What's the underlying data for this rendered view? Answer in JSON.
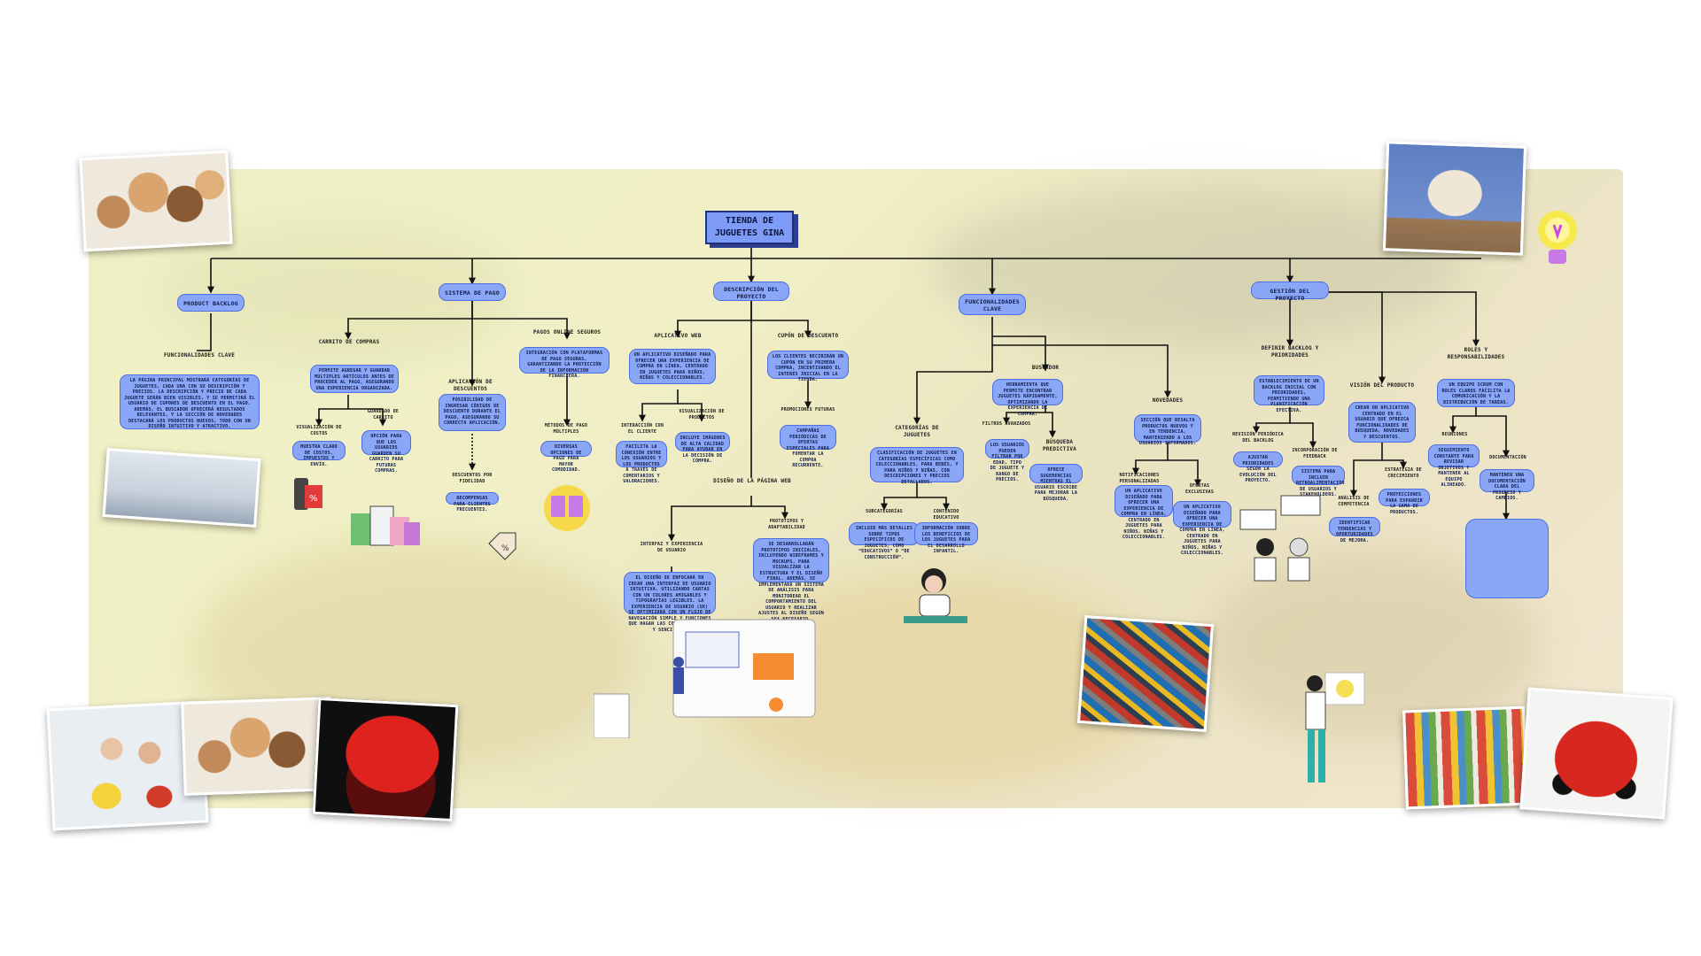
{
  "title": "TIENDA DE\nJUGUETES GINA",
  "branches": {
    "product_backlog": "PRODUCT BACKLOG",
    "sistema_pago": "SISTEMA DE PAGO",
    "descripcion": "DESCRIPCIÓN DEL PROYECTO",
    "funcionalidades": "FUNCIONALIDADES CLAVE",
    "gestion": "GESTIÓN DEL PROYECTO"
  },
  "backlog": {
    "func_label": "FUNCIONALIDADES CLAVE",
    "func_text": "LA PÁGINA PRINCIPAL MOSTRARÁ CATEGORÍAS DE JUGUETES, CADA UNA CON SU DESCRIPCIÓN Y PRECIOS. LA DESCRIPCIÓN Y PRECIO DE CADA JUGUETE SERÁN BIEN VISIBLES, Y SE PERMITIRÁ EL USUARIO DE CUPONES DE DESCUENTO EN EL PAGO. ADEMÁS, EL BUSCADOR OFRECERÁ RESULTADOS RELEVANTES, Y LA SECCIÓN DE NOVEDADES DESTACARÁ LOS PRODUCTOS NUEVOS, TODO CON UN DISEÑO INTUITIVO Y ATRACTIVO."
  },
  "pago": {
    "carrito_label": "CARRITO DE COMPRAS",
    "carrito_text": "PERMITE AGREGAR Y GUARDAR MÚLTIPLES ARTÍCULOS ANTES DE PROCEDER AL PAGO, ASEGURANDO UNA EXPERIENCIA ORGANIZADA.",
    "vis_costos_label": "VISUALIZACIÓN DE COSTOS",
    "vis_costos_text": "MUESTRA CLARO DE COSTOS, IMPUESTOS Y ENVÍO.",
    "guardado_label": "GUARDADO DE CARRITO",
    "guardado_text": "OPCIÓN PARA QUE LOS USUARIOS GUARDEN SU CARRITO PARA FUTURAS COMPRAS.",
    "aplic_desc_label": "APLICACIÓN DE DESCUENTOS",
    "aplic_desc_text": "POSIBILIDAD DE INGRESAR CÓDIGOS DE DESCUENTO DURANTE EL PAGO, ASEGURANDO SU CORRECTA APLICACIÓN.",
    "desc_fidel_label": "DESCUENTOS POR FIDELIDAD",
    "desc_fidel_text": "RECOMPENSAS PARA CLIENTES FRECUENTES.",
    "pagos_label": "PAGOS ONLINE SEGUROS",
    "pagos_text": "INTEGRACIÓN CON PLATAFORMAS DE PAGO SEGURAS, GARANTIZANDO LA PROTECCIÓN DE LA INFORMACIÓN FINANCIERA.",
    "metodos_label": "MÉTODOS DE PAGO MÚLTIPLES",
    "metodos_text": "DIVERSAS OPCIONES DE PAGO PARA MAYOR COMODIDAD."
  },
  "desc": {
    "app_label": "APLICATIVO WEB",
    "app_text": "UN APLICATIVO DISEÑADO PARA OFRECER UNA EXPERIENCIA DE COMPRA EN LÍNEA, CENTRADO EN JUGUETES PARA NIÑOS, NIÑAS Y COLECCIONABLES.",
    "interaccion_label": "INTERACCIÓN CON EL CLIENTE",
    "interaccion_text": "FACILITA LA CONEXIÓN ENTRE LOS USUARIOS Y LOS PRODUCTOS A TRAVÉS DE COMENTARIOS Y VALORACIONES.",
    "visual_prod_label": "VISUALIZACIÓN DE PRODUCTOS",
    "visual_prod_text": "INCLUYE IMÁGENES DE ALTA CALIDAD PARA AYUDAR EN LA DECISIÓN DE COMPRA.",
    "cupon_label": "CUPÓN DE DESCUENTO",
    "cupon_text": "LOS CLIENTES RECIBIRÁN UN CUPÓN EN SU PRIMERA COMPRA, INCENTIVANDO EL INTERÉS INICIAL EN LA TIENDA.",
    "promo_label": "PROMOCIONES FUTURAS",
    "promo_text": "CAMPAÑAS PERIÓDICAS DE OFERTAS ESPECIALES PARA FOMENTAR LA COMPRA RECURRENTE.",
    "diseno_label": "DISEÑO DE LA PÁGINA WEB",
    "interfaz_label": "INTERFAZ Y EXPERIENCIA DE USUARIO",
    "interfaz_text": "EL DISEÑO SE ENFOCARÁ EN CREAR UNA INTERFAZ DE USUARIO INTUITIVA, UTILIZANDO CARTAS CON UN COLORES AMIGABLES Y TIPOGRAFÍAS LEGIBLES. LA EXPERIENCIA DE USUARIO (UX) SE OPTIMIZARÁ CON UN FLUJO DE NAVEGACIÓN SIMPLE Y FUNCIONES QUE HAGAN LAS COMPRAS RÁPIDAS Y SENCILLAS.",
    "prototipos_label": "PROTOTIPOS Y ADAPTABILIDAD",
    "prototipos_text": "SE DESARROLLARÁN PROTOTIPOS INICIALES, INCLUYENDO WIREFRAMES Y MOCKUPS, PARA VISUALIZAR LA ESTRUCTURA Y EL DISEÑO FINAL. ADEMÁS, SE IMPLEMENTARÁ UN SISTEMA DE ANÁLISIS PARA MONITOREAR EL COMPORTAMIENTO DEL USUARIO Y REALIZAR AJUSTES AL DISEÑO SEGÚN SEA NECESARIO."
  },
  "func": {
    "categorias_label": "CATEGORÍAS DE JUGUETES",
    "categorias_text": "CLASIFICACIÓN DE JUGUETES EN CATEGORÍAS ESPECÍFICAS COMO COLECCIONABLES, PARA BEBÉS, Y PARA NIÑOS Y NIÑAS, CON DESCRIPCIONES Y PRECIOS DETALLADOS.",
    "subcat_label": "SUBCATEGORÍAS",
    "subcat_text": "INCLUIR MÁS DETALLES SOBRE TIPOS ESPECÍFICOS DE JUGUETES, COMO “EDUCATIVOS” O “DE CONSTRUCCIÓN”.",
    "contenido_label": "CONTENIDO EDUCATIVO",
    "contenido_text": "INFORMACIÓN SOBRE LOS BENEFICIOS DE LOS JUGUETES PARA EL DESARROLLO INFANTIL.",
    "buscador_label": "BUSCADOR",
    "buscador_text": "HERRAMIENTA QUE PERMITE ENCONTRAR JUGUETES RÁPIDAMENTE, OPTIMIZANDO LA EXPERIENCIA DE COMPRA.",
    "filtros_label": "FILTROS AVANZADOS",
    "filtros_text": "LOS USUARIOS PUEDEN FILTRAR POR EDAD, TIPO DE JUGUETE Y RANGO DE PRECIOS.",
    "busqueda_label": "BÚSQUEDA PREDICTIVA",
    "busqueda_text": "OFRECE SUGERENCIAS MIENTRAS EL USUARIO ESCRIBE PARA MEJORAR LA BÚSQUEDA.",
    "novedades_label": "NOVEDADES",
    "novedades_text": "SECCIÓN QUE RESALTA PRODUCTOS NUEVOS Y EN TENDENCIA, MANTENIENDO A LOS USUARIOS INFORMADOS.",
    "notif_label": "NOTIFICACIONES PERSONALIZADAS",
    "notif_text": "UN APLICATIVO DISEÑADO PARA OFRECER UNA EXPERIENCIA DE COMPRA EN LÍNEA, CENTRADO EN JUGUETES PARA NIÑOS, NIÑAS Y COLECCIONABLES.",
    "ofertas_label": "OFERTAS EXCLUSIVAS",
    "ofertas_text": "UN APLICATIVO DISEÑADO PARA OFRECER UNA EXPERIENCIA DE COMPRA EN LÍNEA, CENTRADO EN JUGUETES PARA NIÑOS, NIÑAS Y COLECCIONABLES."
  },
  "gest": {
    "definir_label": "DEFINIR BACKLOG Y PRIORIDADES",
    "definir_text": "ESTABLECIMIENTO DE UN BACKLOG INICIAL CON PRIORIDADES, PERMITIENDO UNA PLANIFICACIÓN EFECTIVA.",
    "revision_label": "REVISIÓN PERIÓDICA DEL BACKLOG",
    "revision_text": "AJUSTAR PRIORIDADES SEGÚN LA EVOLUCIÓN DEL PROYECTO.",
    "feedback_label": "INCORPORACIÓN DE FEEDBACK",
    "feedback_text": "SISTEMA PARA INCLUIR RETROALIMENTACIÓN DE USUARIOS Y STAKEHOLDERS.",
    "vision_label": "VISIÓN DEL PRODUCTO",
    "vision_text": "CREAR UN APLICATIVO CENTRADO EN EL USUARIO QUE OFREZCA FUNCIONALIDADES DE BÚSQUEDA, NOVEDADES Y DESCUENTOS.",
    "analisis_label": "ANÁLISIS DE COMPETENCIA",
    "analisis_text": "IDENTIFICAR TENDENCIAS Y OPORTUNIDADES DE MEJORA.",
    "estrategia_label": "ESTRATEGIA DE CRECIMIENTO",
    "estrategia_text": "PROYECCIONES PARA EXPANDIR LA GAMA DE PRODUCTOS.",
    "roles_label": "ROLES Y RESPONSABILIDADES",
    "roles_text": "UN EQUIPO SCRUM CON ROLES CLAROS FACILITA LA COMUNICACIÓN Y LA DISTRIBUCIÓN DE TAREAS.",
    "reuniones_label": "REUNIONES",
    "reuniones_text": "SEGUIMIENTO CONSTANTE PARA REVISAR OBJETIVOS Y MANTENER AL EQUIPO ALINEADO.",
    "documentacion_label": "DOCUMENTACIÓN",
    "documentacion_text": "MANTENER UNA DOCUMENTACIÓN CLARA DEL PROGRESO Y CAMBIOS."
  },
  "colors": {
    "node": "#8aa6f7",
    "border": "#4f6ee0",
    "line": "#1a1a1a",
    "board": "#eef0c4"
  },
  "icons": [
    "teddy-bears-photo",
    "plush-sheep-photo",
    "lightbulb-icon",
    "kids-playing-photo",
    "red-ferrari-photo",
    "toy-cars-photo",
    "red-car-photo",
    "shopping-bags-icon",
    "discount-tag-icon",
    "online-payment-icon",
    "person-working-icon",
    "web-design-icon"
  ]
}
